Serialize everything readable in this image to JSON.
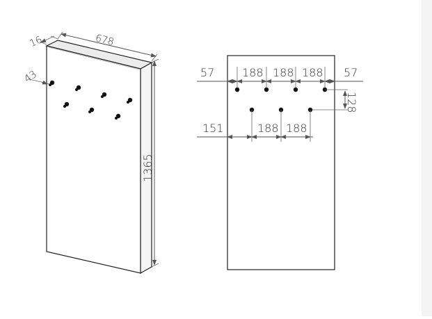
{
  "iso_view": {
    "thickness": "16",
    "width": "678",
    "hook_offset": "43",
    "height": "1365"
  },
  "front_view": {
    "top_row": {
      "left_margin": "57",
      "spacing_1": "188",
      "spacing_2": "188",
      "spacing_3": "188",
      "right_margin": "57"
    },
    "row_gap": "128",
    "bottom_row": {
      "left_margin": "151",
      "spacing_1": "188",
      "spacing_2": "188"
    }
  },
  "colors": {
    "line": "#555555",
    "hook": "#111111",
    "side_panel": "#f3f3f3"
  }
}
